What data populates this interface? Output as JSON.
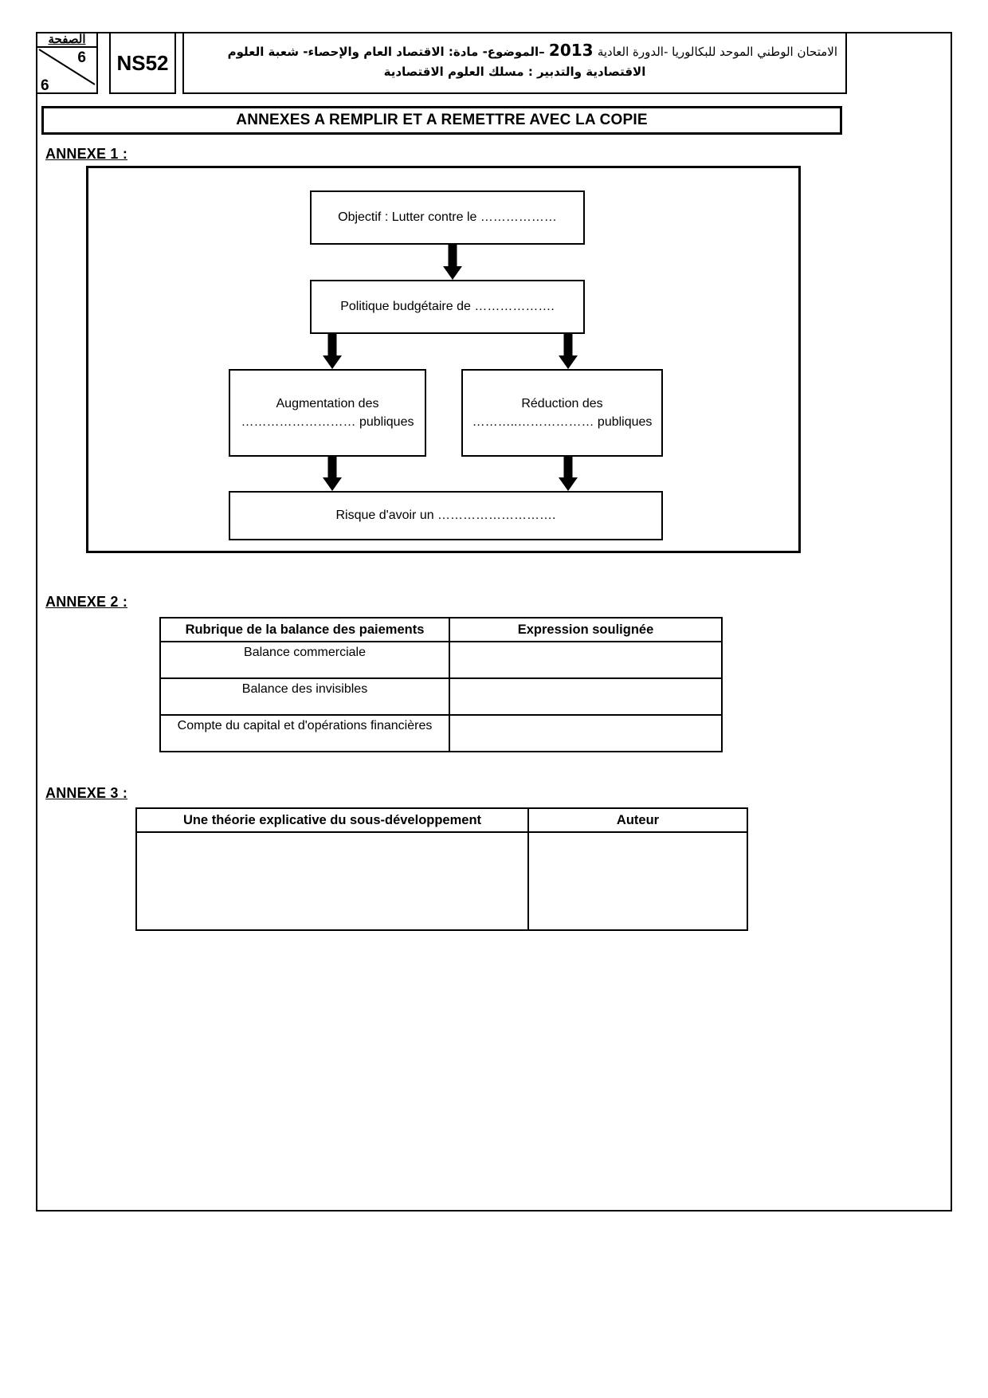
{
  "header": {
    "page_label_ar": "الصفحة",
    "page_current": "6",
    "page_total": "6",
    "exam_code": "NS52",
    "title_line1_ar": "الامتحان الوطني الموحد للبكالوريا -الدورة العادية",
    "title_year": "2013",
    "title_line1b_ar": "–الموضوع- مادة: الاقتصاد العام والإحصاء- شعبة العلوم",
    "title_line2_ar": "الاقتصادية والتدبير : مسلك العلوم الاقتصادية"
  },
  "banner": {
    "title": "ANNEXES A REMPLIR ET A REMETTRE AVEC LA COPIE"
  },
  "annexe1": {
    "heading": "ANNEXE 1 :",
    "boxes": {
      "objectif": "Objectif : Lutter contre le ………………",
      "politique": "Politique budgétaire de ……………….",
      "augmentation": "Augmentation des ……………………… publiques",
      "reduction": "Réduction des ………..……………… publiques",
      "risque": "Risque d'avoir un ………………………."
    }
  },
  "annexe2": {
    "heading": "ANNEXE 2 :",
    "columns": [
      "Rubrique de la balance des paiements",
      "Expression soulignée"
    ],
    "rows": [
      [
        "Balance commerciale",
        ""
      ],
      [
        "Balance des invisibles",
        ""
      ],
      [
        "Compte du capital et d'opérations financières",
        ""
      ]
    ]
  },
  "annexe3": {
    "heading": "ANNEXE 3 :",
    "columns": [
      "Une théorie explicative du sous-développement",
      "Auteur"
    ],
    "rows": [
      [
        "",
        ""
      ]
    ]
  },
  "colors": {
    "ink": "#000000",
    "paper": "#ffffff"
  }
}
